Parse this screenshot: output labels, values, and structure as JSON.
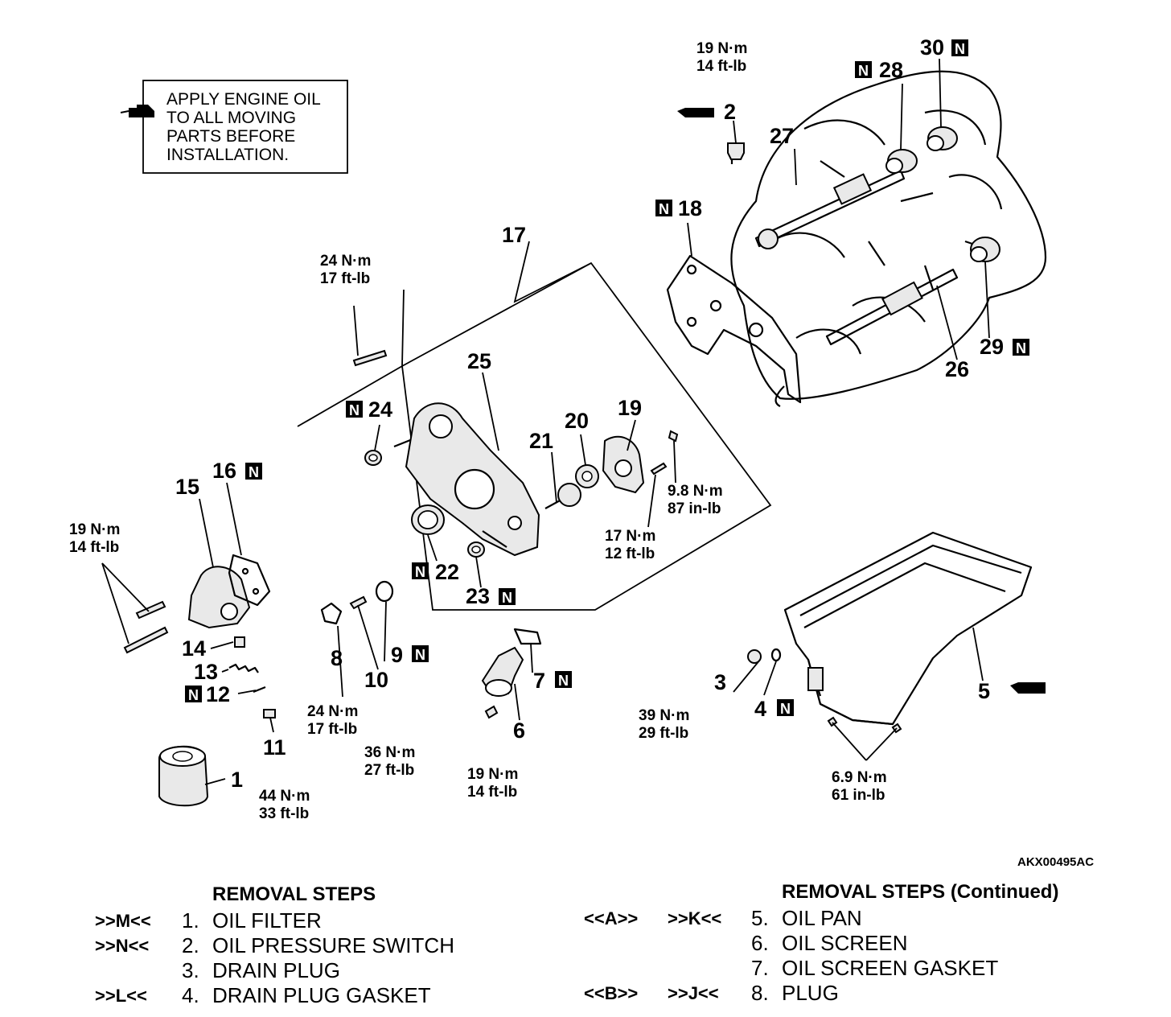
{
  "figure_code": "AKX00495AC",
  "note": {
    "lines": [
      "APPLY ENGINE OIL",
      "TO ALL MOVING",
      "PARTS BEFORE",
      "INSTALLATION."
    ]
  },
  "callouts": {
    "c1": "1",
    "c2": "2",
    "c3": "3",
    "c4": "4",
    "c5": "5",
    "c6": "6",
    "c7": "7",
    "c8": "8",
    "c9": "9",
    "c10": "10",
    "c11": "11",
    "c12": "12",
    "c13": "13",
    "c14": "14",
    "c15": "15",
    "c16": "16",
    "c17": "17",
    "c18": "18",
    "c19": "19",
    "c20": "20",
    "c21": "21",
    "c22": "22",
    "c23": "23",
    "c24": "24",
    "c25": "25",
    "c26": "26",
    "c27": "27",
    "c28": "28",
    "c29": "29",
    "c30": "30",
    "badge": "N"
  },
  "torques": {
    "t_2": [
      "19 N·m",
      "14 ft-lb"
    ],
    "t_24": [
      "24 N·m",
      "17 ft-lb"
    ],
    "t_15": [
      "19 N·m",
      "14 ft-lb"
    ],
    "t_19": [
      "9.8 N·m",
      "87 in-lb"
    ],
    "t_21": [
      "17 N·m",
      "12 ft-lb"
    ],
    "t_8": [
      "24 N·m",
      "17 ft-lb"
    ],
    "t_10": [
      "36 N·m",
      "27 ft-lb"
    ],
    "t_6": [
      "19 N·m",
      "14 ft-lb"
    ],
    "t_11": [
      "44 N·m",
      "33 ft-lb"
    ],
    "t_3": [
      "39 N·m",
      "29 ft-lb"
    ],
    "t_5": [
      "6.9 N·m",
      "61 in-lb"
    ]
  },
  "removal_steps": {
    "heading": "REMOVAL STEPS",
    "rows": [
      {
        "install": ">>M<<",
        "num": "1.",
        "label": "OIL FILTER"
      },
      {
        "install": ">>N<<",
        "num": "2.",
        "label": "OIL PRESSURE SWITCH"
      },
      {
        "install": "",
        "num": "3.",
        "label": "DRAIN PLUG"
      },
      {
        "install": ">>L<<",
        "num": "4.",
        "label": "DRAIN PLUG GASKET"
      }
    ]
  },
  "removal_steps_continued": {
    "heading": "REMOVAL STEPS (Continued)",
    "rows": [
      {
        "removal": "<<A>>",
        "install": ">>K<<",
        "num": "5.",
        "label": "OIL PAN"
      },
      {
        "removal": "",
        "install": "",
        "num": "6.",
        "label": "OIL SCREEN"
      },
      {
        "removal": "",
        "install": "",
        "num": "7.",
        "label": "OIL SCREEN GASKET"
      },
      {
        "removal": "<<B>>",
        "install": ">>J<<",
        "num": "8.",
        "label": "PLUG"
      }
    ]
  }
}
